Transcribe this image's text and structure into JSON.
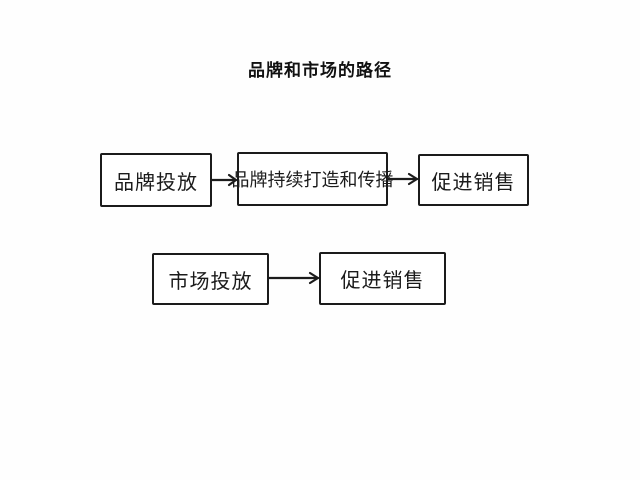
{
  "title": "品牌和市场的路径",
  "rows": [
    {
      "nodes": [
        "品牌投放",
        "品牌持续打造和传播",
        "促进销售"
      ]
    },
    {
      "nodes": [
        "市场投放",
        "促进销售"
      ]
    }
  ],
  "colors": {
    "ink": "#1b1b1b",
    "background": "#ffffff"
  }
}
